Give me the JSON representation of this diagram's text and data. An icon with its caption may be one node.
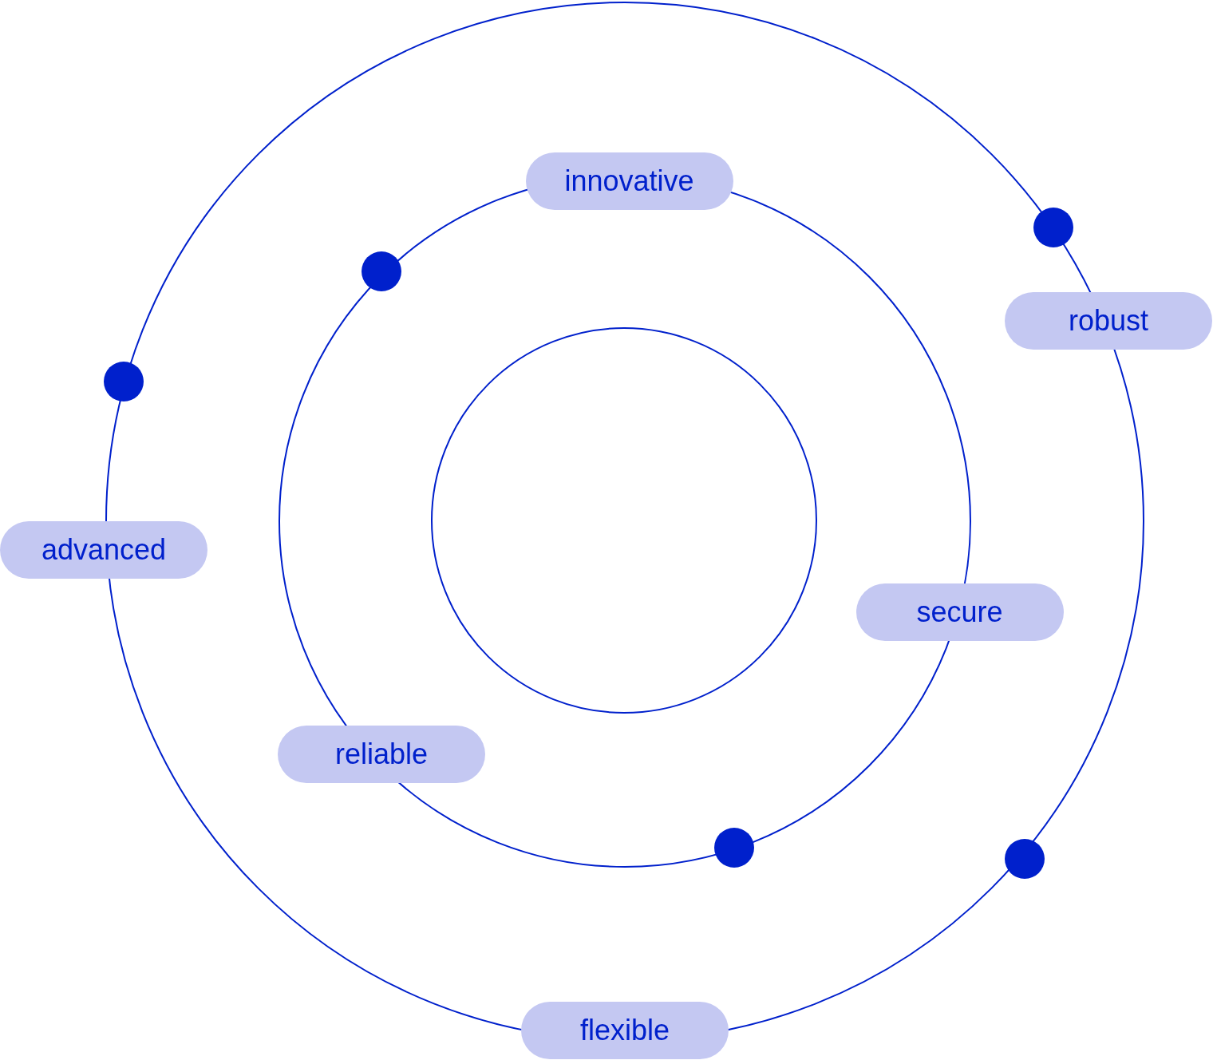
{
  "diagram": {
    "nodes": [
      {
        "text": [],
        "shape": "circle"
      },
      {
        "text": [],
        "shape": "circle",
        "in": 0
      },
      {
        "text": [],
        "shape": "circle",
        "in": 1
      },
      {
        "text": [
          "innovative"
        ],
        "in": 0
      },
      {
        "text": [
          "robust"
        ]
      },
      {
        "text": [
          "advanced"
        ]
      },
      {
        "text": [
          "secure"
        ],
        "in": 0
      },
      {
        "text": [
          "reliable"
        ],
        "in": 1
      },
      {
        "text": [
          "flexible"
        ]
      }
    ]
  }
}
